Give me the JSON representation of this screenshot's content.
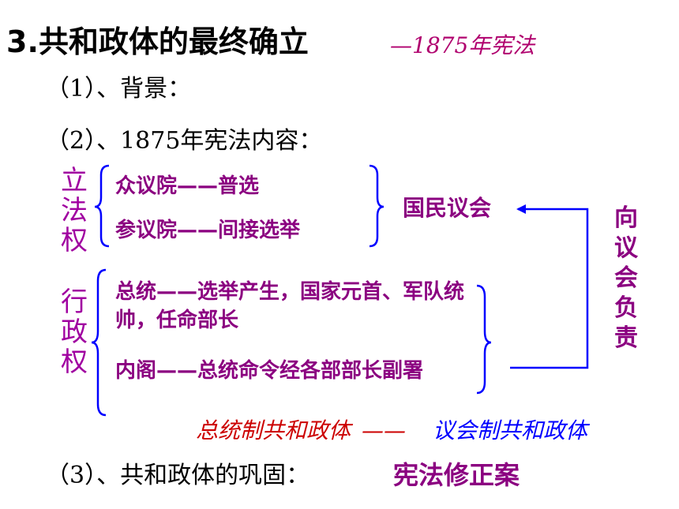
{
  "title": {
    "main": "3.共和政体的最终确立",
    "sub": "—1875年宪法"
  },
  "steps": {
    "background": "（1）、背景：",
    "content": "（2）、1875年宪法内容：",
    "consolidation_label": "（3）、共和政体的巩固：",
    "consolidation_value": "宪法修正案"
  },
  "legislative": {
    "label": "立法权",
    "items": [
      "众议院——普选",
      "参议院——间接选举"
    ],
    "target": "国民议会"
  },
  "executive": {
    "label": "行政权",
    "items": [
      "总统——选举产生，国家元首、军队统帅，任命部长",
      "内阁——总统命令经各部部长副署"
    ]
  },
  "relation_label": "向议会负责",
  "evolution": {
    "from": "总统制共和政体",
    "dash": "——",
    "to": "议会制共和政体"
  },
  "colors": {
    "purple": "#8b0080",
    "blue": "#0000ff",
    "red": "#cc0000",
    "magenta": "#a000a0"
  }
}
